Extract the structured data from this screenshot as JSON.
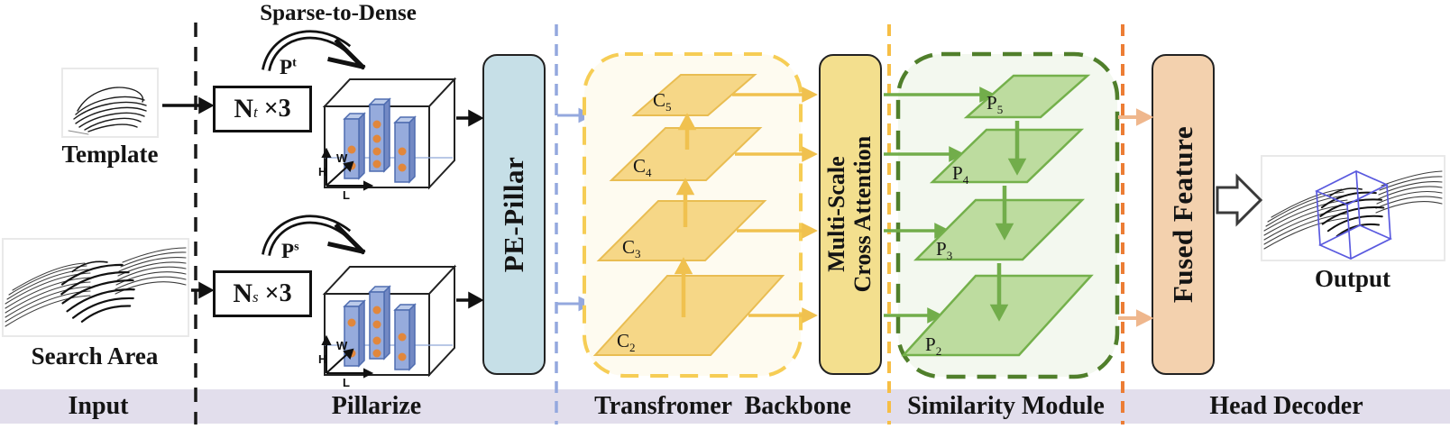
{
  "input": {
    "template_label": "Template",
    "search_label": "Search Area"
  },
  "pillarize": {
    "sparse_to_dense": "Sparse-to-Dense",
    "p_template": {
      "base": "P",
      "sup": "t"
    },
    "p_search": {
      "base": "P",
      "sup": "s"
    },
    "n_template": {
      "base": "N",
      "sub": "t",
      "rest": "×3"
    },
    "n_search": {
      "base": "N",
      "sub": "s",
      "rest": "×3"
    },
    "axes": {
      "h": "H",
      "w": "W",
      "l": "L"
    }
  },
  "pe_pillar": {
    "label": "PE-Pillar"
  },
  "backbone": {
    "layers": [
      {
        "base": "C",
        "sub": "5"
      },
      {
        "base": "C",
        "sub": "4"
      },
      {
        "base": "C",
        "sub": "3"
      },
      {
        "base": "C",
        "sub": "2"
      }
    ]
  },
  "msca": {
    "line1": "Multi-Scale",
    "line2": "Cross Attention"
  },
  "similarity": {
    "layers": [
      {
        "base": "P",
        "sub": "5"
      },
      {
        "base": "P",
        "sub": "4"
      },
      {
        "base": "P",
        "sub": "3"
      },
      {
        "base": "P",
        "sub": "2"
      }
    ]
  },
  "head_decoder": {
    "fused_label": "Fused Feature",
    "output_label": "Output"
  },
  "footer": {
    "input": "Input",
    "pillarize": "Pillarize",
    "backbone": "Transfromer  Backbone",
    "similarity": "Similarity Module",
    "head": "Head Decoder"
  },
  "colors": {
    "footer_bg": "#e2deec",
    "divider_black": "#1a1a1a",
    "divider_blue": "#94a8de",
    "divider_yellow": "#f6be45",
    "divider_orange": "#ec7d35",
    "pe_pillar_fill": "#c6dfe7",
    "msca_fill": "#f3df8e",
    "fused_fill": "#f3d1ae",
    "backbone_region_fill": "#fefbf0",
    "backbone_region_border": "#f6cd55",
    "backbone_layer_fill": "#f6d787",
    "backbone_arrow": "#f0c14f",
    "similarity_region_fill": "#f3f8ef",
    "similarity_region_border": "#507f2b",
    "similarity_layer_fill": "#bddc9f",
    "similarity_arrow": "#72ad4b",
    "head_arrow": "#efb78d",
    "pillar_fill": "#96abdc",
    "point_dot_orange": "#e1873c",
    "bbox_blue": "#5a5adf"
  }
}
